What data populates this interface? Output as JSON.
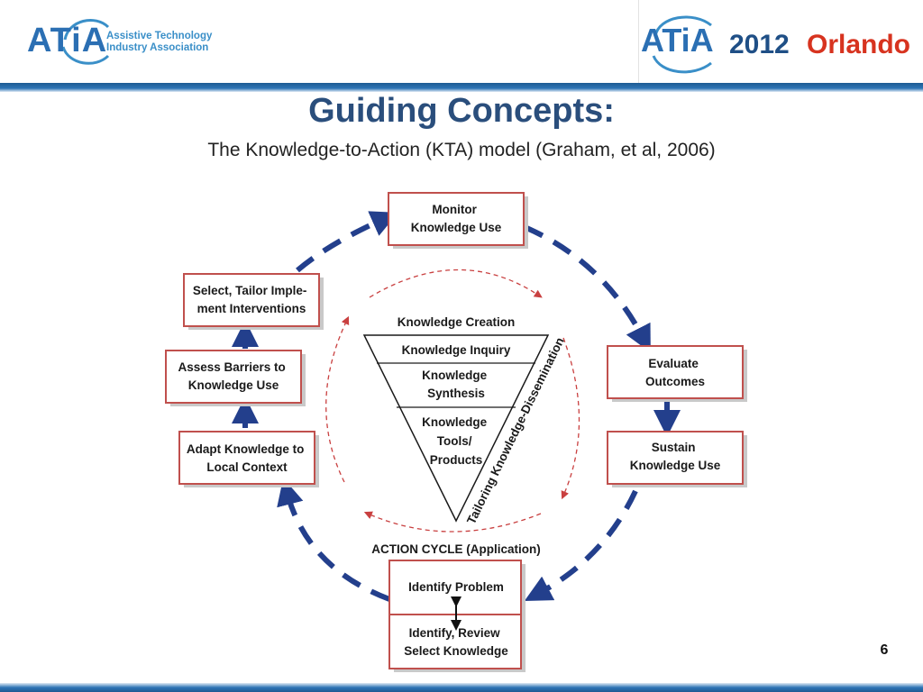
{
  "header": {
    "logo_word": "ATiA",
    "logo_line1": "Assistive Technology",
    "logo_line2": "Industry Association",
    "event_logo_word": "ATiA",
    "event_year": "2012",
    "event_city": "Orlando"
  },
  "slide": {
    "title": "Guiding Concepts:",
    "subtitle": "The Knowledge-to-Action (KTA) model (Graham, et al, 2006)",
    "page_number": "6"
  },
  "diagram": {
    "boxes": {
      "monitor": [
        "Monitor",
        "Knowledge Use"
      ],
      "evaluate": [
        "Evaluate",
        "Outcomes"
      ],
      "sustain": [
        "Sustain",
        "Knowledge Use"
      ],
      "identify_problem": [
        "Identify Problem"
      ],
      "identify_review": [
        "Identify, Review",
        "Select Knowledge"
      ],
      "adapt": [
        "Adapt Knowledge to",
        "Local Context"
      ],
      "assess": [
        "Assess Barriers to",
        "Knowledge Use"
      ],
      "select": [
        "Select, Tailor Imple-",
        "ment Interventions"
      ]
    },
    "funnel_title": "Knowledge Creation",
    "funnel_levels": {
      "inquiry": [
        "Knowledge Inquiry"
      ],
      "synthesis": [
        "Knowledge",
        "Synthesis"
      ],
      "tools": [
        "Knowledge",
        "Tools/",
        "Products"
      ]
    },
    "tailoring_label": "Tailoring Knowledge-Dissemination",
    "action_cycle_label": "ACTION CYCLE (Application)",
    "colors": {
      "cycle_arrow": "#233f8c",
      "box_border": "#c0504d",
      "inner_arrow": "#c94040"
    }
  }
}
